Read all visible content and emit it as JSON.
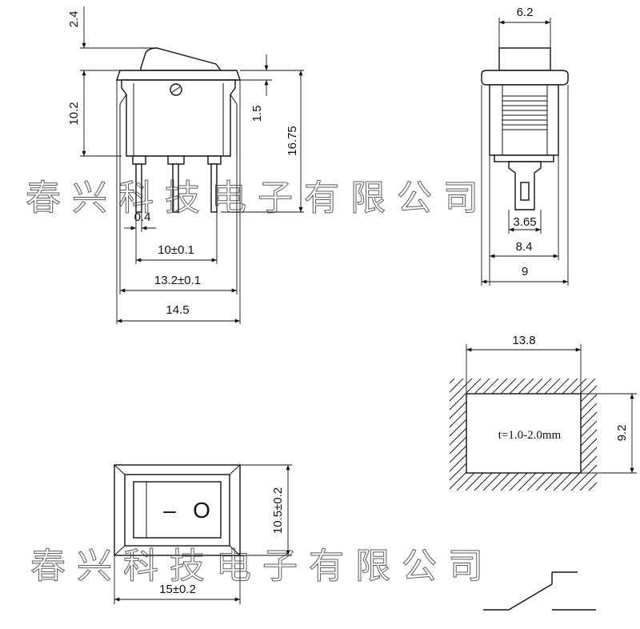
{
  "watermark": {
    "text_top": "春兴科技电子有限公司",
    "text_bottom": "春兴科技电子有限公司"
  },
  "front_view": {
    "dims": {
      "actuator_height": "2.4",
      "body_height": "10.2",
      "flange_thickness": "1.5",
      "overall_height": "16.75",
      "terminal_thickness": "0.4",
      "terminal_pitch": "10±0.1",
      "body_width": "13.2±0.1",
      "flange_width": "14.5"
    }
  },
  "side_view": {
    "dims": {
      "actuator_width": "6.2",
      "terminal_width": "3.65",
      "body_width": "8.4",
      "flange_width": "9"
    }
  },
  "panel_cutout": {
    "dims": {
      "width": "13.8",
      "height": "9.2"
    },
    "note": "t=1.0-2.0mm"
  },
  "top_view": {
    "dims": {
      "height": "10.5±0.2",
      "width": "15±0.2"
    },
    "symbols": {
      "on": "–",
      "off": "O"
    }
  }
}
